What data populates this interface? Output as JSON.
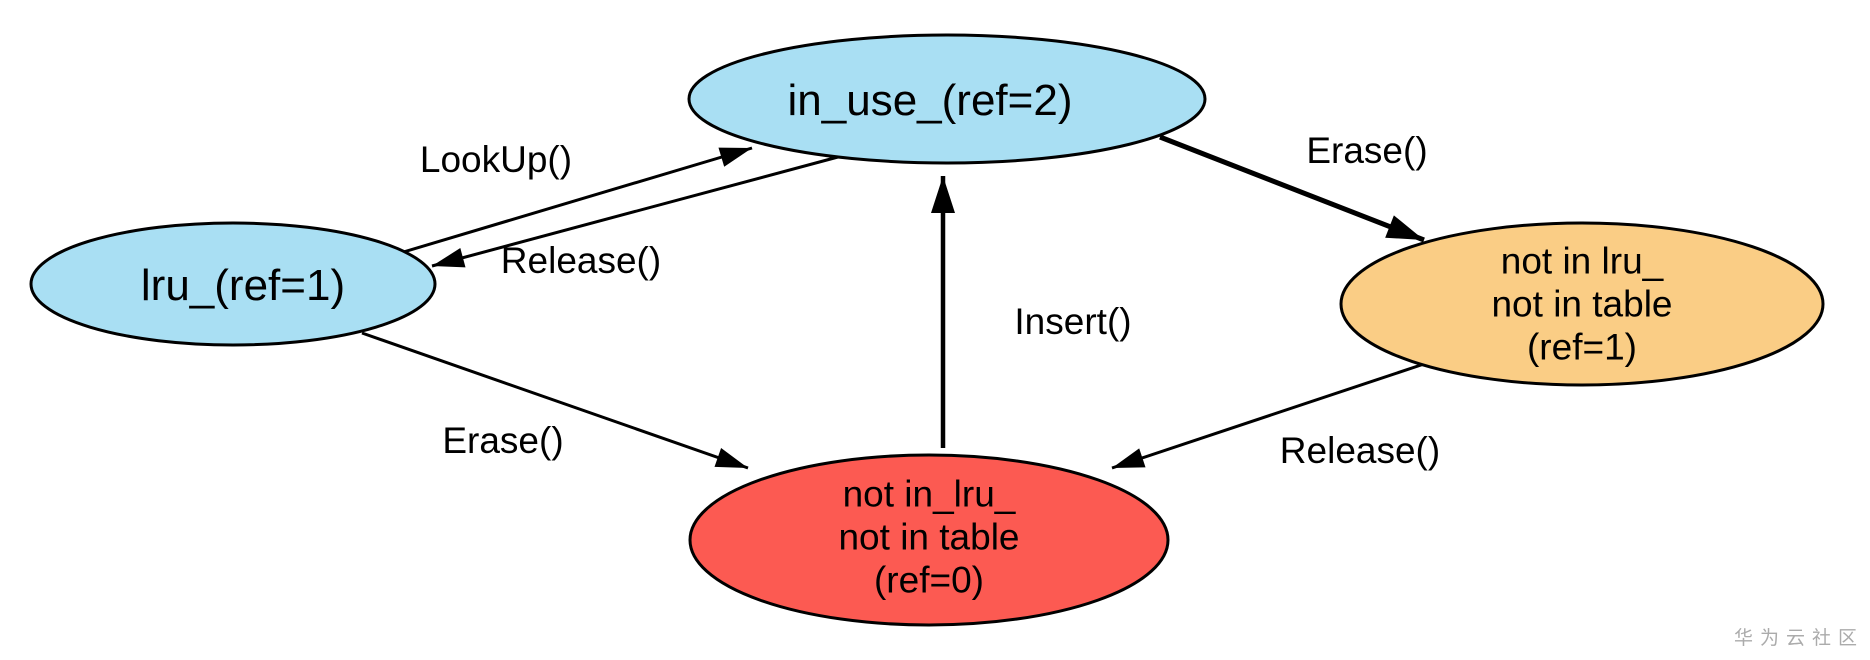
{
  "nodes": {
    "in_use": {
      "label": "in_use_(ref=2)",
      "fill": "#A9DFF3"
    },
    "lru": {
      "label": "lru_(ref=1)",
      "fill": "#A9DFF3"
    },
    "not_in_ref1": {
      "lines": [
        "not in lru_",
        "not in table",
        "(ref=1)"
      ],
      "fill": "#FACD85"
    },
    "not_in_ref0": {
      "lines": [
        "not in_lru_",
        "not in table",
        "(ref=0)"
      ],
      "fill": "#FC5A52"
    }
  },
  "edges": {
    "lookup": {
      "label": "LookUp()",
      "from": "lru",
      "to": "in_use"
    },
    "release_top": {
      "label": "Release()",
      "from": "in_use",
      "to": "lru"
    },
    "erase_right": {
      "label": "Erase()",
      "from": "in_use",
      "to": "not_in_ref1"
    },
    "insert": {
      "label": "Insert()",
      "from": "not_in_ref0",
      "to": "in_use"
    },
    "erase_left": {
      "label": "Erase()",
      "from": "lru",
      "to": "not_in_ref0"
    },
    "release_bottom": {
      "label": "Release()",
      "from": "not_in_ref1",
      "to": "not_in_ref0"
    }
  },
  "colors": {
    "stroke": "#000000",
    "node_blue": "#A9DFF3",
    "node_orange": "#FACD85",
    "node_red": "#FC5A52",
    "watermark": "#ABABAB"
  },
  "watermark": {
    "text": "华为云社区"
  }
}
